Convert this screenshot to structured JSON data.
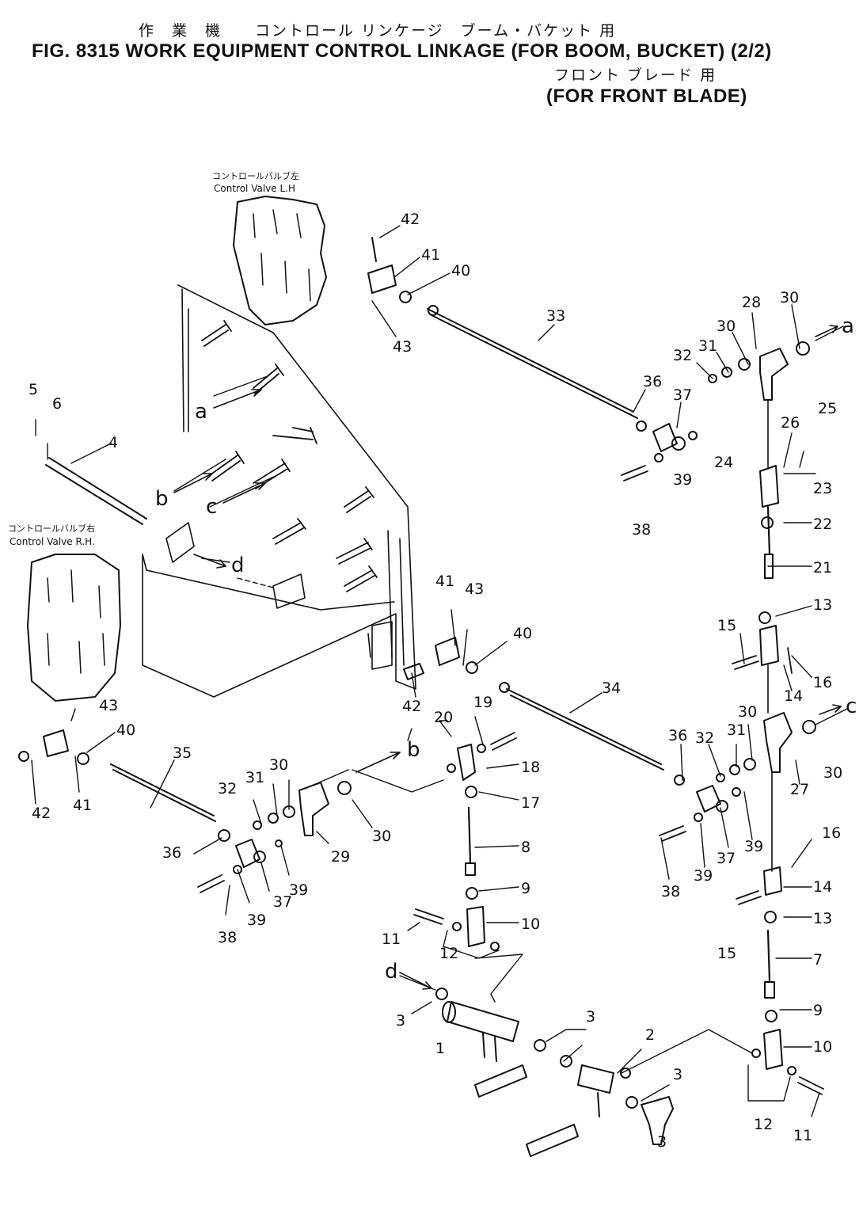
{
  "header": {
    "jp_line1": "作　業　機　　コントロール リンケージ　ブーム・バケット 用",
    "title_line": "FIG. 8315  WORK EQUIPMENT CONTROL LINKAGE (FOR BOOM, BUCKET) (2/2)",
    "jp_line2": "フロント ブレード 用",
    "subtitle": "(FOR FRONT BLADE)"
  },
  "labels": {
    "valve_lh_jp": "コントロールバルブ左",
    "valve_lh": "Control Valve L.H",
    "valve_rh_jp": "コントロールバルブ右",
    "valve_rh": "Control Valve R.H."
  },
  "refs": {
    "a1": "a",
    "a2": "a",
    "b1": "b",
    "b2": "b",
    "c1": "c",
    "c2": "c",
    "d1": "d",
    "d2": "d"
  },
  "parts": [
    "42",
    "41",
    "40",
    "43",
    "33",
    "28",
    "30",
    "30",
    "32",
    "31",
    "36",
    "37",
    "26",
    "25",
    "39",
    "38",
    "24",
    "23",
    "22",
    "21",
    "13",
    "15",
    "16",
    "14",
    "5",
    "6",
    "4",
    "41",
    "43",
    "40",
    "42",
    "34",
    "30",
    "36",
    "32",
    "31",
    "27",
    "30",
    "39",
    "37",
    "38",
    "39",
    "16",
    "14",
    "15",
    "13",
    "7",
    "9",
    "10",
    "12",
    "11",
    "43",
    "40",
    "42",
    "41",
    "35",
    "32",
    "31",
    "30",
    "29",
    "30",
    "36",
    "37",
    "39",
    "38",
    "39",
    "20",
    "19",
    "18",
    "17",
    "8",
    "9",
    "10",
    "11",
    "12",
    "3",
    "1",
    "3",
    "2",
    "3",
    "3"
  ]
}
